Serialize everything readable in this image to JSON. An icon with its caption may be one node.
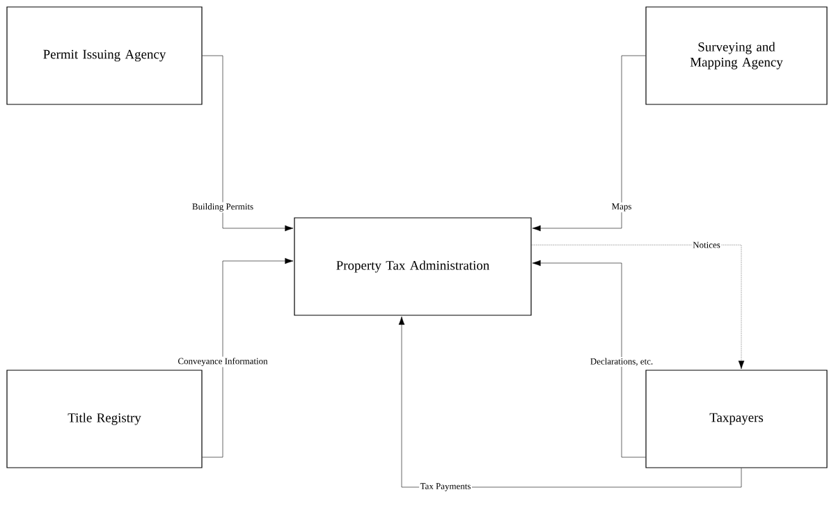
{
  "diagram": {
    "nodes": [
      {
        "text": [
          "Permit Issuing Agency"
        ]
      },
      {
        "text": [
          "Surveying and Mapping Agency"
        ]
      },
      {
        "text": [
          "Property Tax Administration"
        ]
      },
      {
        "text": [
          "Title Registry"
        ]
      },
      {
        "text": [
          "Taxpayers"
        ]
      }
    ],
    "edges": [
      {
        "from": 0,
        "to": 2,
        "arrow": "to",
        "label": "Building Permits"
      },
      {
        "from": 3,
        "to": 2,
        "arrow": "to",
        "label": "Conveyance Information"
      },
      {
        "from": 1,
        "to": 2,
        "arrow": "to",
        "label": "Maps"
      },
      {
        "from": 2,
        "to": 4,
        "arrow": "to",
        "label": "Notices",
        "style": "dashed"
      },
      {
        "from": 4,
        "to": 2,
        "arrow": "to",
        "label": "Declarations, etc."
      },
      {
        "from": 4,
        "to": 2,
        "arrow": "to",
        "label": "Tax Payments"
      }
    ]
  }
}
